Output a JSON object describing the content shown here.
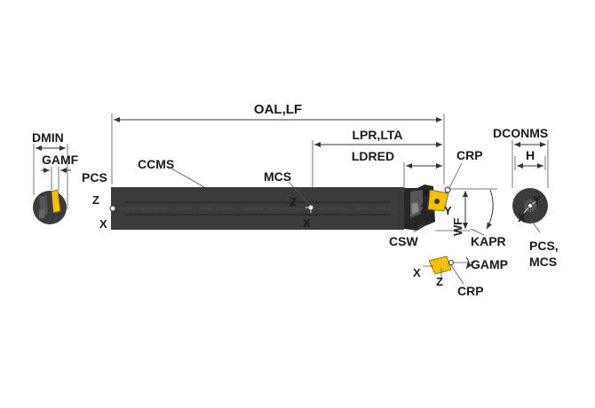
{
  "labels": {
    "oal_lf": "OAL,LF",
    "lpr_lta": "LPR,LTA",
    "ldred": "LDRED",
    "crp_top": "CRP",
    "crp_bottom": "CRP",
    "dconms": "DCONMS",
    "h": "H",
    "dmin": "DMIN",
    "gamf": "GAMF",
    "pcs_left": "PCS",
    "ccms": "CCMS",
    "mcs": "MCS",
    "wf": "WF",
    "kapr": "KAPR",
    "csw": "CSW",
    "gamp": "GAMP",
    "pcs_mcs_line1": "PCS,",
    "pcs_mcs_line2": "MCS"
  },
  "axes": {
    "x": "X",
    "y": "Y",
    "z": "Z"
  },
  "colors": {
    "body": "#3b3b3b",
    "dark": "#262626",
    "insert": "#f2c200",
    "dimension": "#333333"
  }
}
